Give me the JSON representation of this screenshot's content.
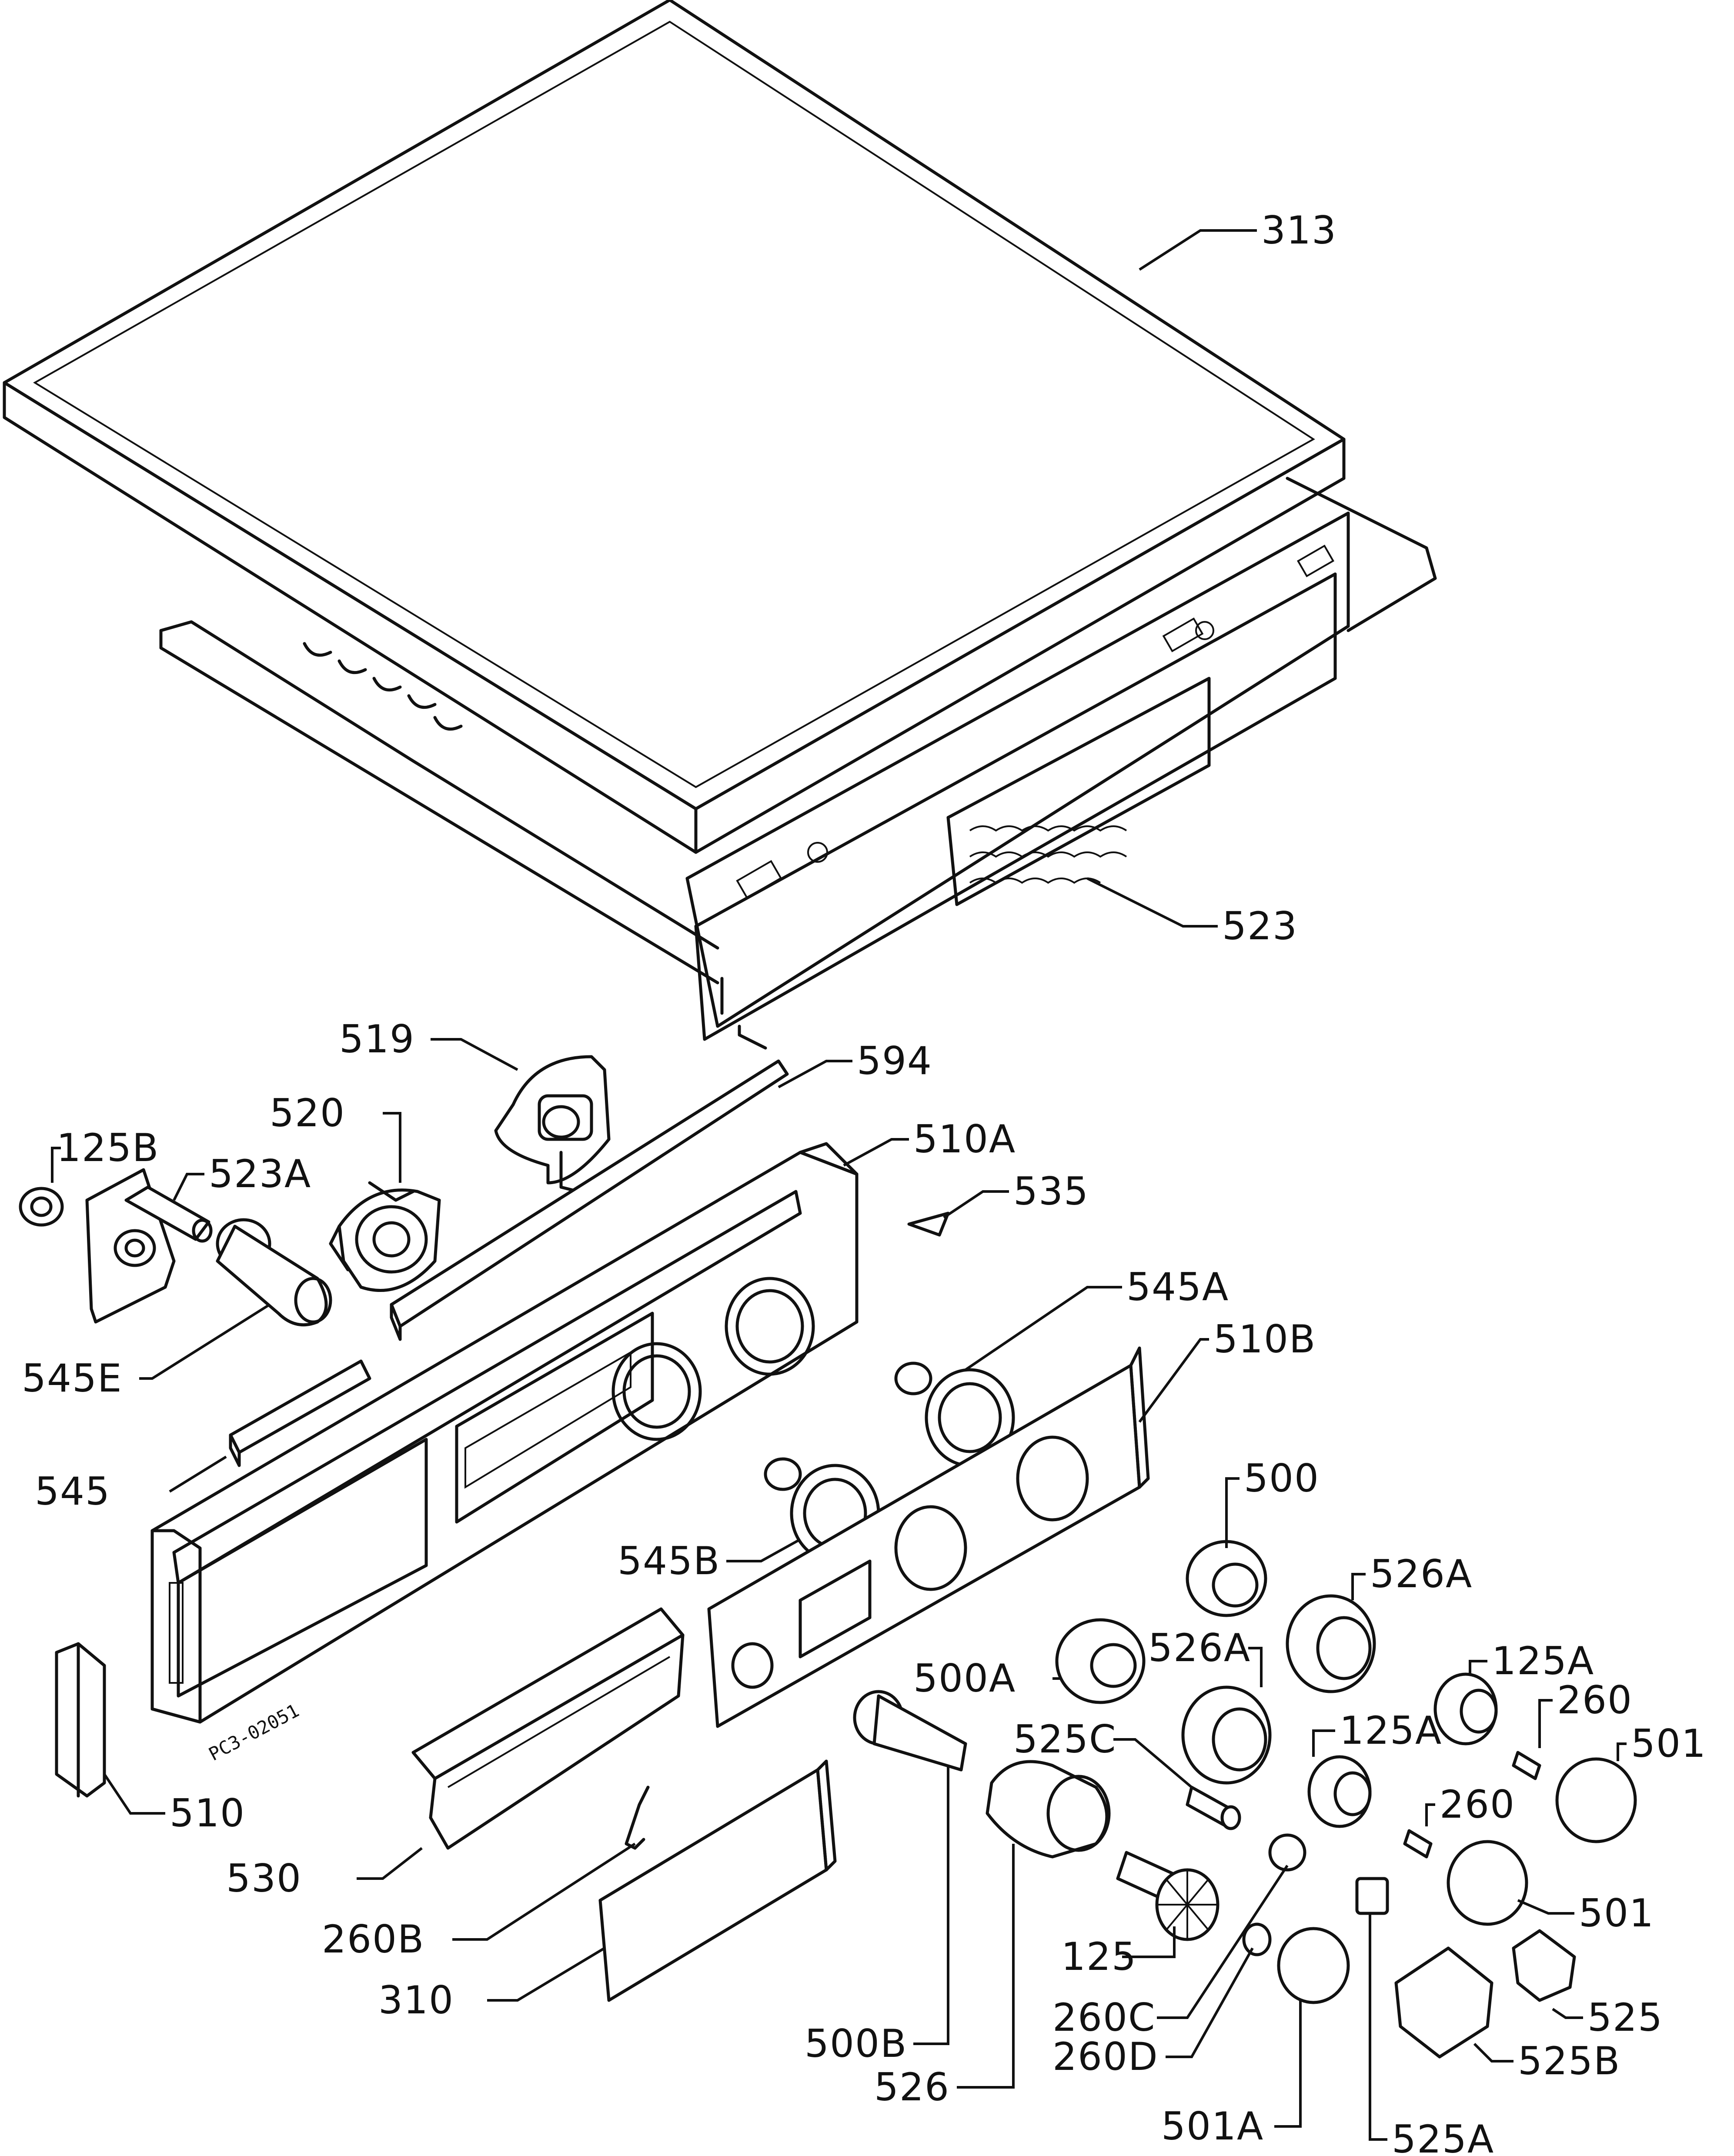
{
  "labels": {
    "313": "313",
    "523": "523",
    "519": "519",
    "594": "594",
    "520": "520",
    "510A": "510A",
    "125B": "125B",
    "523A": "523A",
    "535": "535",
    "545A": "545A",
    "545E": "545E",
    "510B": "510B",
    "545": "545",
    "500": "500",
    "545B": "545B",
    "526A_1": "526A",
    "500A": "500A",
    "526A_2": "526A",
    "125A_1": "125A",
    "260_1": "260",
    "525C": "525C",
    "125A_2": "125A",
    "501_1": "501",
    "510": "510",
    "260_2": "260",
    "530": "530",
    "501_2": "501",
    "260B": "260B",
    "125": "125",
    "310": "310",
    "260C": "260C",
    "525": "525",
    "500B": "500B",
    "260D": "260D",
    "525B": "525B",
    "526": "526",
    "501A": "501A",
    "525A": "525A"
  },
  "drawing_ref": "PC3-02051"
}
